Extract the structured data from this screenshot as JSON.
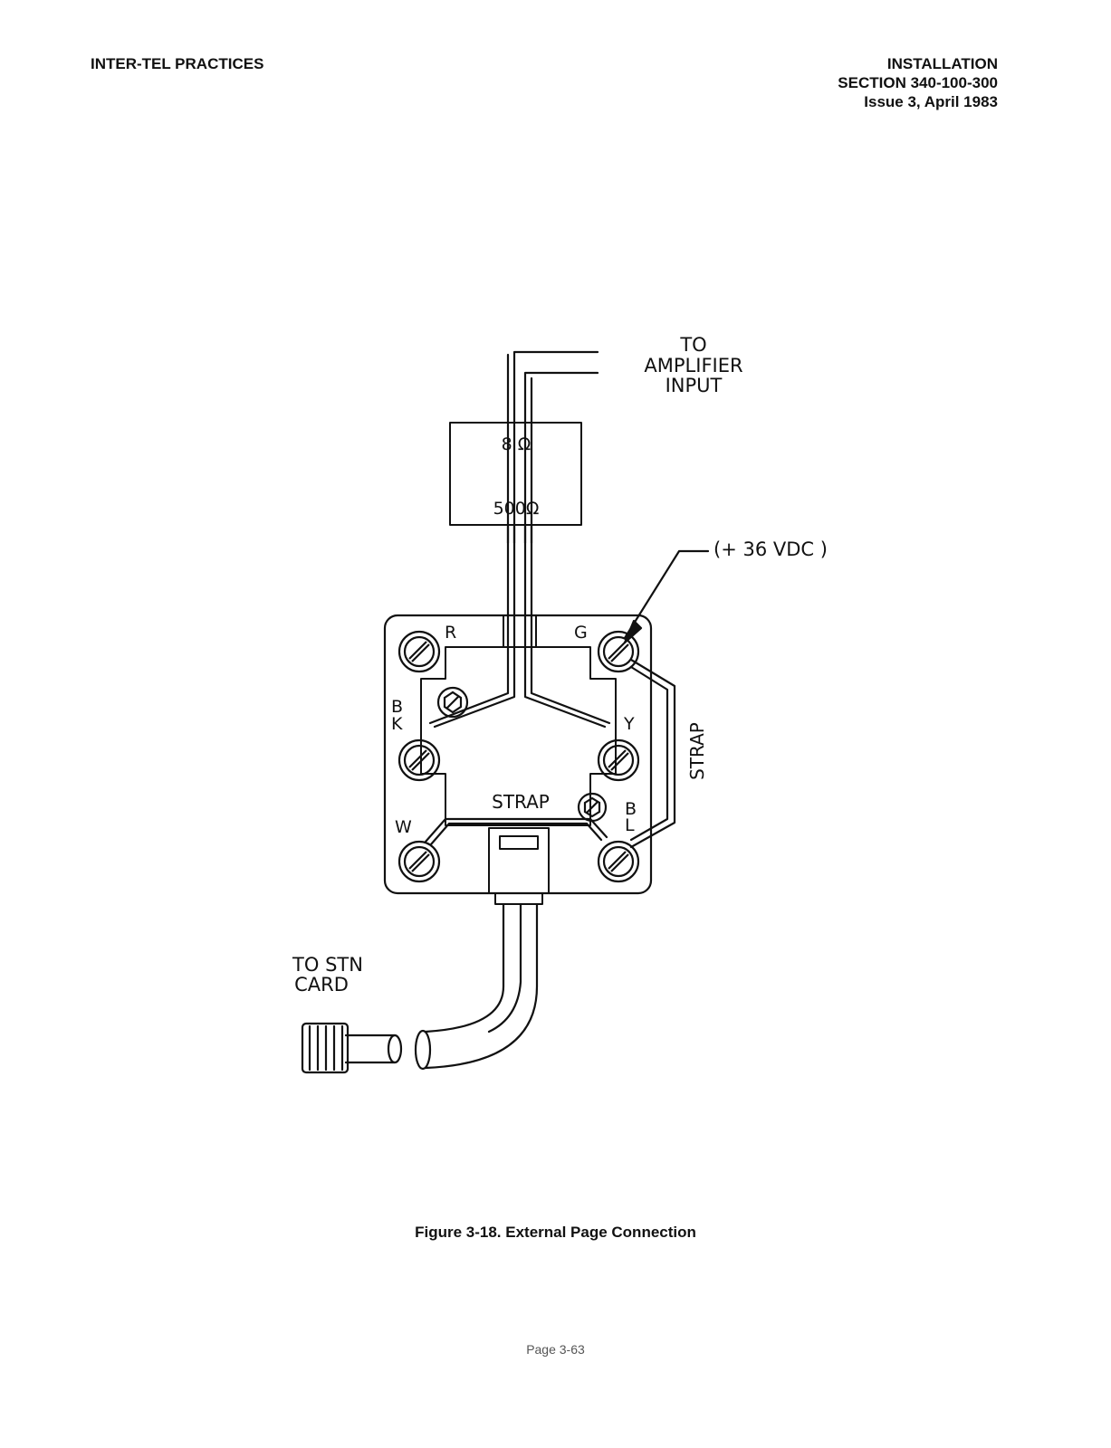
{
  "header": {
    "left": "INTER-TEL PRACTICES",
    "right_line1": "INSTALLATION",
    "right_line2": "SECTION 340-100-300",
    "right_line3": "Issue 3, April 1983"
  },
  "diagram": {
    "amp_line1": "TO",
    "amp_line2": "AMPLIFIER",
    "amp_line3": "INPUT",
    "transformer_top": "8 Ω",
    "transformer_bottom": "500Ω",
    "voltage": "(+ 36 VDC )",
    "term_r": "R",
    "term_g": "G",
    "term_bk1": "B",
    "term_bk2": "K",
    "term_y": "Y",
    "term_w": "W",
    "term_bl1": "B",
    "term_bl2": "L",
    "strap_inner": "STRAP",
    "strap_side": "STRAP",
    "stn_line1": "TO STN",
    "stn_line2": "CARD"
  },
  "caption": "Figure 3-18. External Page Connection",
  "page_number": "Page 3-63"
}
